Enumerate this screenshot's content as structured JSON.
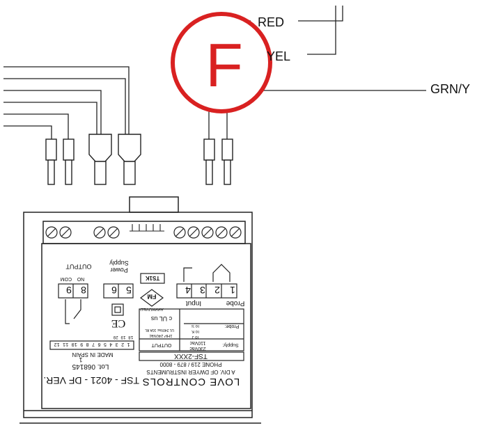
{
  "wires": {
    "red_label": "RED",
    "yellow_label": "YEL",
    "green_label": "GRN/Y"
  },
  "badge": {
    "letter": "F",
    "color": "#d92121"
  },
  "controller": {
    "terminals_right": [
      "1",
      "2",
      "3",
      "4"
    ],
    "terminals_power": [
      "5",
      "6"
    ],
    "terminals_output": [
      "8",
      "9"
    ],
    "probe_label": "Probe",
    "input_label": "Input",
    "power_supply_label": "Power Supply",
    "output_label": "OUTPUT",
    "output_no": "NO",
    "output_com": "COM",
    "approval_fm": "FM",
    "approval_text": "APPROVED",
    "part_tag": "TS1K",
    "ul_mark": "c UL us",
    "ce_mark": "CE",
    "probe_types_title": "Probe:",
    "probe_types": [
      "To J",
      "To K",
      "To S"
    ],
    "supply_title": "Supply:",
    "supply_options": [
      "110Vac",
      "230Vac"
    ],
    "output_rating_title": "OUTPUT",
    "output_rating_lines": [
      "1HP 240Vac",
      "UL 240Vac 10A RL"
    ],
    "pin_numbers": "1 2 3 4 5 6 7 8 9 10 11 12",
    "pin_numbers_top": "18 19 20",
    "model": "TSF-2XXX",
    "phone": "PHONE 219 / 879 - 8000",
    "division": "A DIV. OF DWYER INSTRUMENTS",
    "brand": "LOVE CONTROLS",
    "made_in": "MADE IN SPAIN",
    "lot": "Lot. 068145",
    "lot_suffix": "1",
    "version": "TSF - 4021 - DF VER."
  }
}
